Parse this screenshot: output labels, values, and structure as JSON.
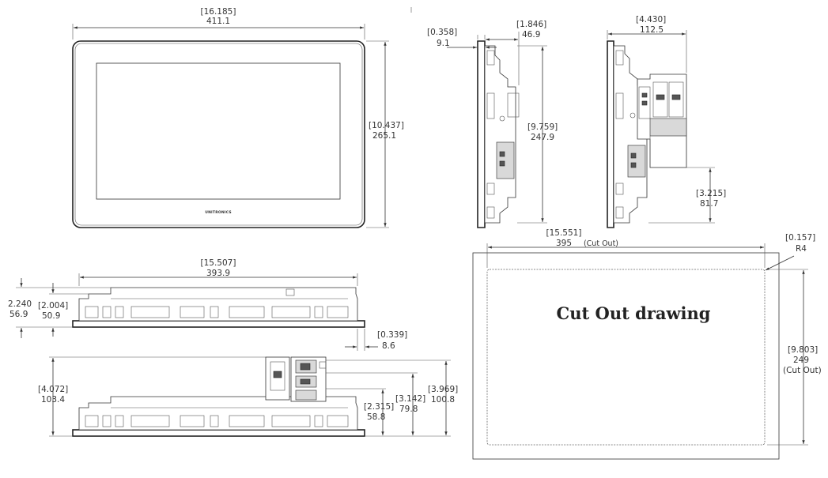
{
  "front_view": {
    "width_in": "[16.185",
    "width_mm": "411.1",
    "height_in": "[10.437",
    "height_mm": "265.1",
    "logo": "UNITRONICS"
  },
  "side_view_left": {
    "bezel_in": "[0.358",
    "bezel_mm": "9.1",
    "depth_in": "[1.846",
    "depth_mm": "46.9",
    "height_in": "[9.759",
    "height_mm": "247.9"
  },
  "side_view_right": {
    "depth_in": "[4.430",
    "depth_mm": "112.5",
    "module_in": "[3.215",
    "module_mm": "81.7"
  },
  "top_view": {
    "width_in": "[15.507",
    "width_mm": "393.9",
    "height_outer_in": "2.240",
    "height_outer_mm": "56.9",
    "height_inner_in": "[2.004",
    "height_inner_mm": "50.9",
    "flange_in": "[0.339",
    "flange_mm": "8.6"
  },
  "top_view_modules": {
    "height_in": "[4.072",
    "height_mm": "103.4",
    "d1_in": "[2.315",
    "d1_mm": "58.8",
    "d2_in": "[3.142",
    "d2_mm": "79.8",
    "d3_in": "[3.969",
    "d3_mm": "100.8"
  },
  "cutout": {
    "title": "Cut Out drawing",
    "width_in": "[15.551",
    "width_mm": "395",
    "width_note": "(Cut Out)",
    "radius_in": "[0.157",
    "radius_mm": "R4",
    "height_in": "[9.803",
    "height_mm": "249",
    "height_note": "(Cut Out)"
  }
}
